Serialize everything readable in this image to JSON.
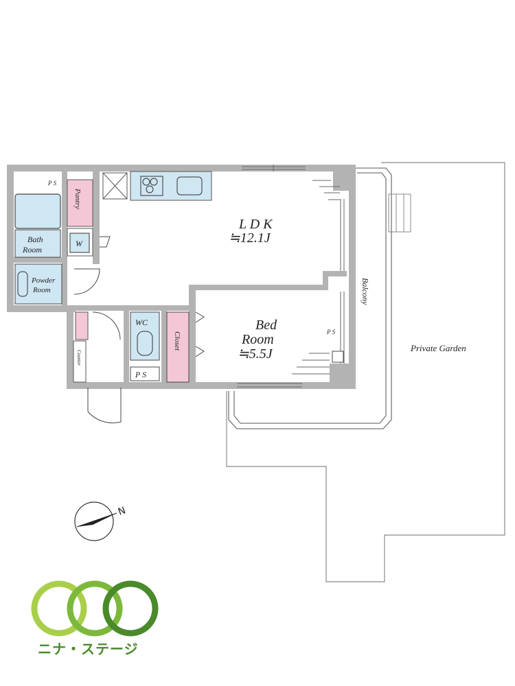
{
  "rooms": {
    "ldk_name": "L D K",
    "ldk_size": "≒12.1J",
    "bed_name_1": "Bed",
    "bed_name_2": "Room",
    "bed_size": "≒5.5J",
    "bath_1": "Bath",
    "bath_2": "Room",
    "powder_1": "Powder",
    "powder_2": "Room",
    "wc": "WC",
    "ps": "P S",
    "ps_top": "P S",
    "ps_bed": "P S",
    "pantry": "Pantry",
    "closet": "Closet",
    "counter": "Counter",
    "washer": "W",
    "balcony": "Balcony",
    "garden": "Private Garden"
  },
  "compass": {
    "north": "N"
  },
  "brand": {
    "name": "ニナ・ステージ"
  },
  "colors": {
    "wall": "#b3b3b3",
    "wet_area": "#cfe6f3",
    "storage": "#f4c7d6",
    "logo_light": "#a9cf4a",
    "logo_mid": "#7cb83a",
    "logo_dark": "#4a8a2a"
  }
}
